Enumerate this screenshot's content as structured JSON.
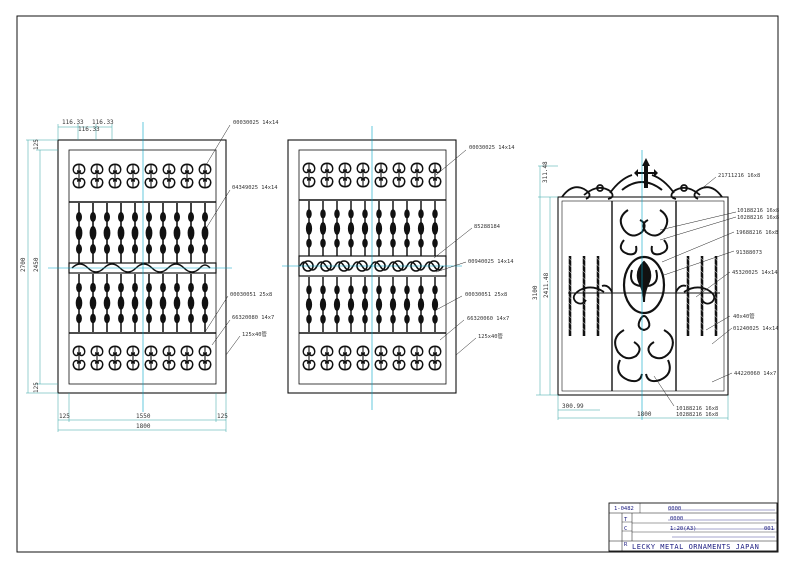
{
  "colors": {
    "line": "#111111",
    "dim": "#33a5a5",
    "cyan": "#00a6c8",
    "leader": "#222222",
    "title": "#1a1a80"
  },
  "left_panel": {
    "dims_top": [
      "116.33",
      "116.33",
      "116.33"
    ],
    "dim_top_small": "125",
    "dim_total_height": "2700",
    "dim_inner_height": "2450",
    "dim_bottom_small": "125",
    "dim_bottom_left": "125",
    "dim_bottom_mid": "1550",
    "dim_bottom_right": "125",
    "dim_total_width": "1800",
    "labels": [
      "00030025 14x14",
      "04349025 14x14",
      "00030051 25x8",
      "66320080 14x7",
      "125x40管"
    ]
  },
  "mid_panel": {
    "labels": [
      "00030025 14x14",
      "85288184",
      "00940025 14x14",
      "00030051 25x8",
      "66320060 14x7",
      "125x40管"
    ]
  },
  "right_panel": {
    "dim_crown": "311.48",
    "dim_total_height": "3100",
    "dim_side_height": "2411.48",
    "dim_left_bottom": "300.99",
    "dim_total_width": "1800",
    "labels": [
      "21711216 16x8",
      "10188216 16x8",
      "10288216 16x8",
      "19688216 16x8",
      "91388073",
      "45320025 14x14",
      "40x40管",
      "01240025 14x14",
      "44220060 14x7",
      "10188216 16x8",
      "10288216 16x8"
    ]
  },
  "title_block": {
    "code": "1-0482",
    "row1_value": "0000",
    "row2_value": "0000",
    "scale": "1:20(A3)",
    "page": "001",
    "letters": [
      "T",
      "C",
      "R"
    ],
    "company": "LECKY METAL ORNAMENTS JAPAN"
  }
}
